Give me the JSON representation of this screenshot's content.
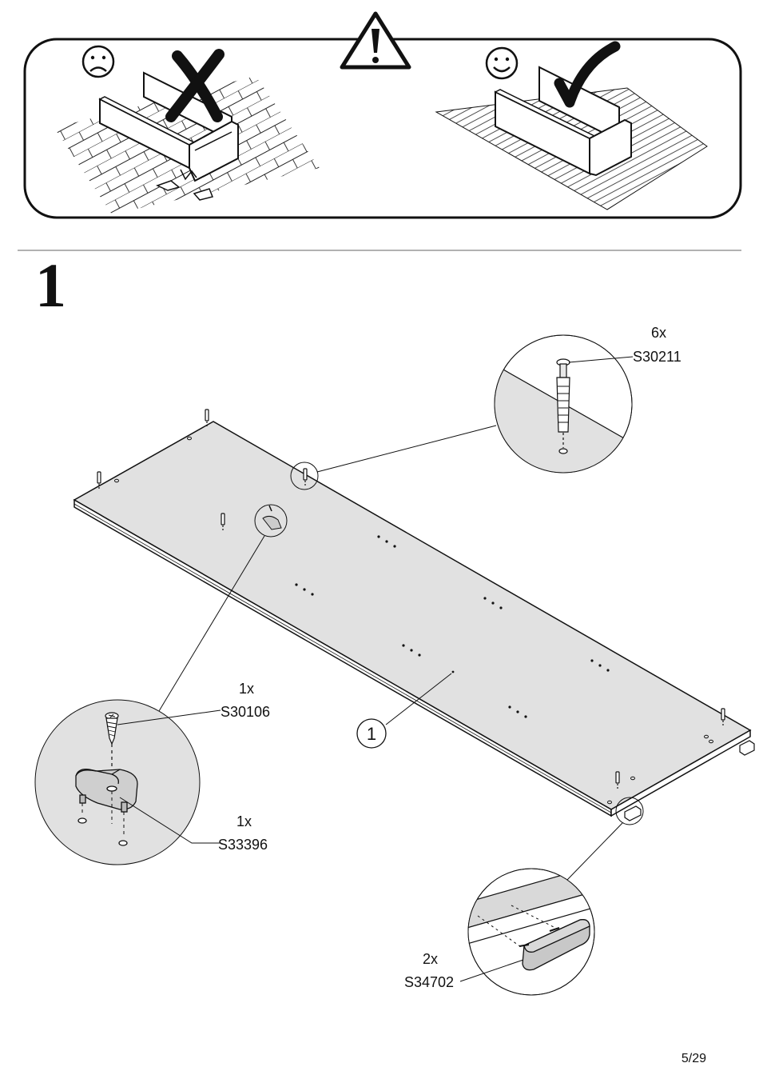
{
  "step_number": "1",
  "part_number": "1",
  "hardware": [
    {
      "qty": "6x",
      "code": "S30211"
    },
    {
      "qty": "1x",
      "code": "S30106"
    },
    {
      "qty": "1x",
      "code": "S33396"
    },
    {
      "qty": "2x",
      "code": "S34702"
    }
  ],
  "page": "5/29"
}
